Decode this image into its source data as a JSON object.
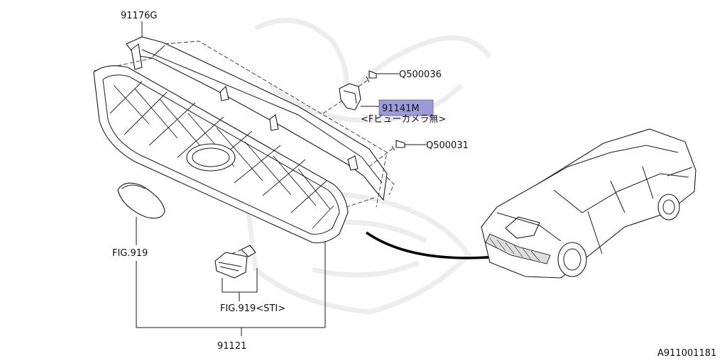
{
  "diagram": {
    "part_labels": {
      "upper_bracket": "91176G",
      "bolt_upper": "Q500036",
      "camera_bracket": "91141M",
      "camera_note": "<Fビューカメラ無>",
      "bolt_lower": "Q500031",
      "emblem_ref": "FIG.919",
      "sti_ref": "FIG.919<STI>",
      "grille_assembly": "91121"
    },
    "highlight_color": "#9b9bdc",
    "diagram_id": "A911001181"
  }
}
